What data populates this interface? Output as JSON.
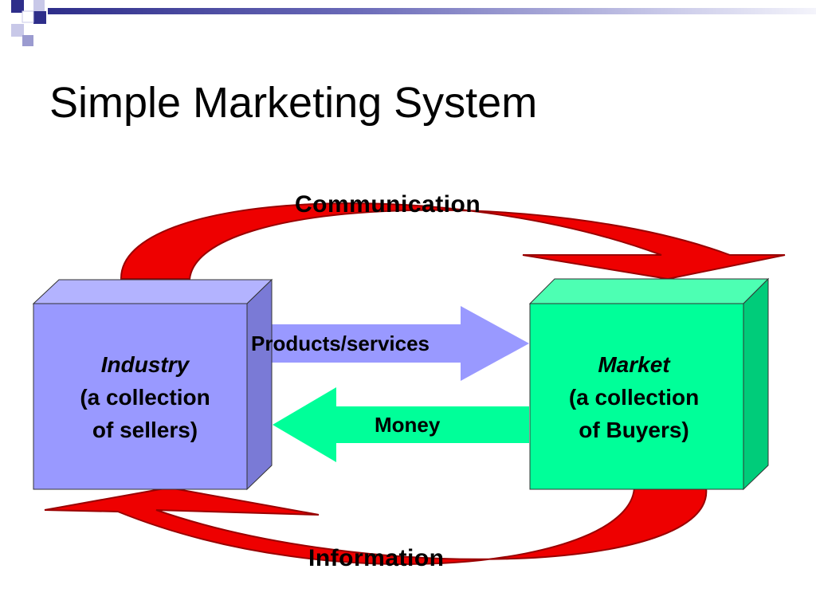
{
  "slide": {
    "title": "Simple Marketing System"
  },
  "diagram": {
    "top_arrow_label": "Communication",
    "bottom_arrow_label": "Information",
    "left_box": {
      "name": "Industry",
      "line1": "(a collection",
      "line2": "of sellers)"
    },
    "right_box": {
      "name": "Market",
      "line1": "(a collection",
      "line2": "of Buyers)"
    },
    "forward_arrow_label": "Products/services",
    "back_arrow_label": "Money"
  },
  "colors": {
    "title_bar": "#2e2e8a",
    "left_box": "#9999ff",
    "right_box": "#00ff99",
    "products_arrow": "#9999ff",
    "money_arrow": "#00ff99",
    "cycle_arrow": "#ff0000"
  }
}
